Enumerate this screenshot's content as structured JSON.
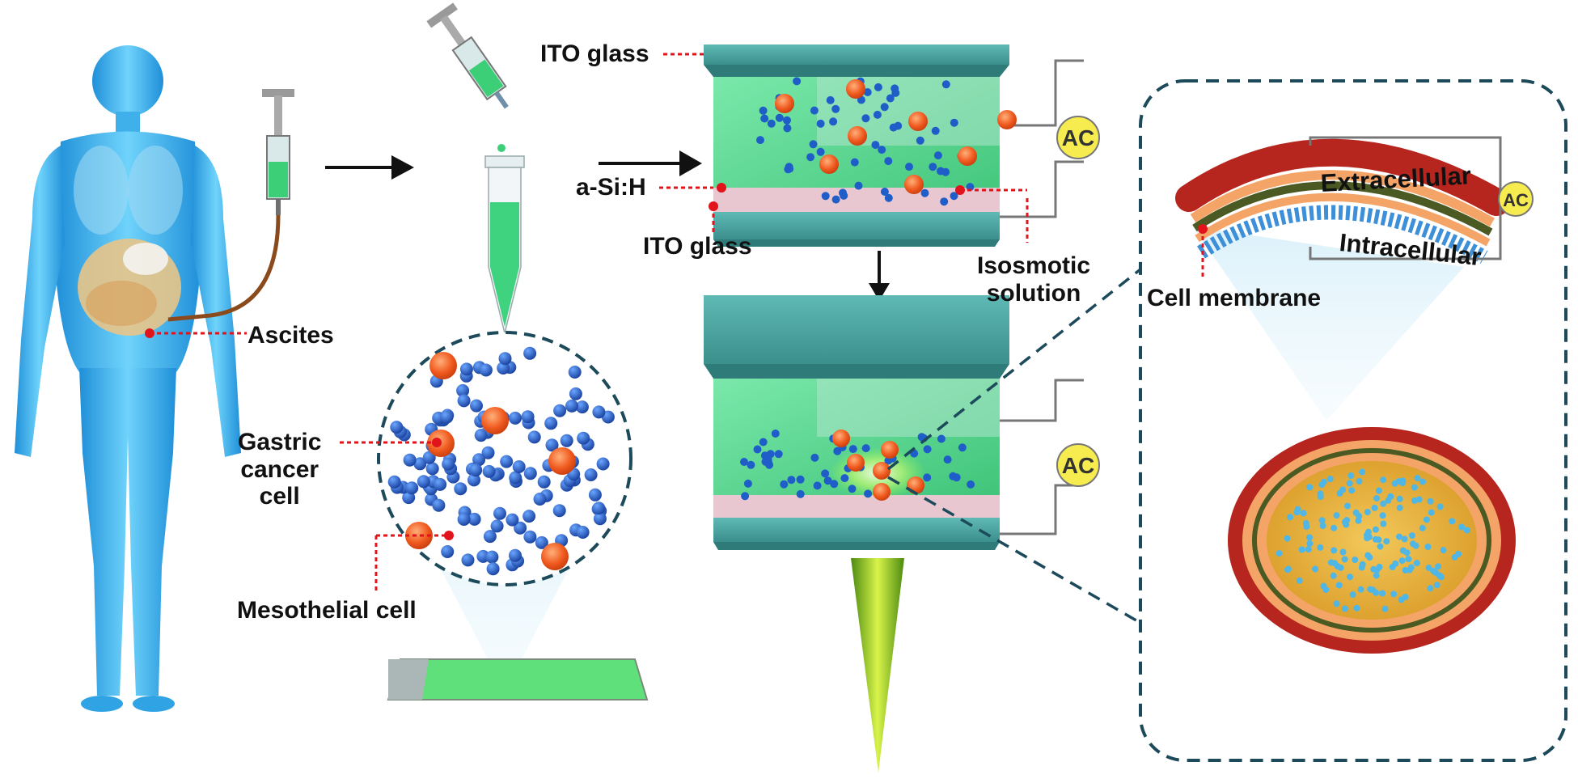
{
  "labels": {
    "ito_glass_top": "ITO glass",
    "a_si_h": "a-Si:H",
    "ito_glass_bottom": "ITO glass",
    "isosmotic_solution": "Isosmotic\nsolution",
    "ascites": "Ascites",
    "gastric_cancer_cell": "Gastric\ncancer\ncell",
    "mesothelial_cell": "Mesothelial cell",
    "extracellular": "Extracellular",
    "intracellular": "Intracellular",
    "cell_membrane": "Cell membrane",
    "ac_top": "AC",
    "ac_bottom": "AC",
    "ac_membrane": "AC"
  },
  "colors": {
    "body_blue": "#38b6ee",
    "chamber_green": "#3fd37f",
    "glass_teal": "#3e9a98",
    "cancer_cell": "#f05a1f",
    "mesothelial_cell": "#1f5ec9",
    "leader_red": "#e1141b",
    "laser_green": "#aee21a",
    "ac_yellow": "#f7ec4f",
    "dashed_outline": "#1c4a5a"
  }
}
